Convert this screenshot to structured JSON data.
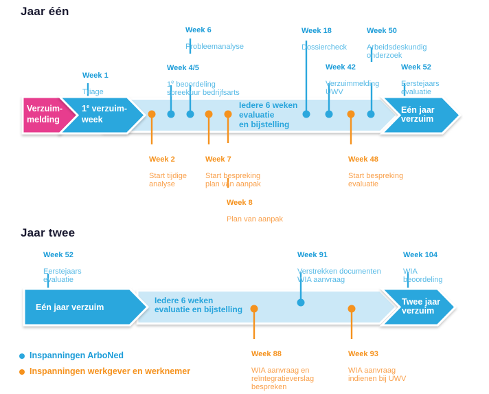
{
  "year1": {
    "heading": "Jaar één",
    "arrow_start": "Verzuim-\nmelding",
    "arrow_week1": {
      "pre": "1",
      "sup": "e",
      "post": " verzuim-\nweek"
    },
    "band_text": "Iedere 6 weken\nevaluatie\nen bijstelling",
    "arrow_end": "Eén jaar\nverzuim",
    "above": [
      {
        "week": "Week 1",
        "desc": "Triage"
      },
      {
        "week": "Week 4/5",
        "desc_pre": "1",
        "desc_sup": "e",
        "desc_post": " beoordeling\nspreekuur bedrijfsarts"
      },
      {
        "week": "Week 6",
        "desc": "Probleemanalyse"
      },
      {
        "week": "Week 18",
        "desc": "Dossiercheck"
      },
      {
        "week": "Week 42",
        "desc": "Verzuimmelding\nUWV"
      },
      {
        "week": "Week 50",
        "desc": "Arbeidsdeskundig\nonderzoek"
      },
      {
        "week": "Week 52",
        "desc": "Eerstejaars\nevaluatie"
      }
    ],
    "below": [
      {
        "week": "Week 2",
        "desc": "Start tijdige\nanalyse"
      },
      {
        "week": "Week 7",
        "desc": "Start bespreking\nplan van aanpak"
      },
      {
        "week": "Week 8",
        "desc": "Plan van aanpak"
      },
      {
        "week": "Week 48",
        "desc": "Start bespreking\nevaluatie"
      }
    ]
  },
  "year2": {
    "heading": "Jaar twee",
    "arrow_start": "Eén jaar verzuim",
    "band_text": "Iedere 6 weken\nevaluatie en bijstelling",
    "arrow_end": "Twee jaar\nverzuim",
    "above": [
      {
        "week": "Week 52",
        "desc": "Eerstejaars\nevaluatie"
      },
      {
        "week": "Week 91",
        "desc": "Verstrekken documenten\nWIA aanvraag"
      },
      {
        "week": "Week 104",
        "desc": "WIA\nbeoordeling"
      }
    ],
    "below": [
      {
        "week": "Week 88",
        "desc": "WIA aanvraag en\nreïntegratieverslag\nbespreken"
      },
      {
        "week": "Week 93",
        "desc": "WIA aanvraag\nindienen bij UWV"
      }
    ]
  },
  "legend": {
    "items": [
      {
        "label": "Inspanningen ArboNed",
        "color": "#1B9CD8"
      },
      {
        "label": "Inspanningen werkgever en werknemer",
        "color": "#F5921E"
      }
    ]
  },
  "colors": {
    "pink": "#E73E8E",
    "blue_arrow": "#2BA7DD",
    "band": "#CBE8F7",
    "band_text": "#29A5DC",
    "label_blue": "#1B9CD8",
    "label_blue_light": "#57BAE6",
    "orange": "#F5921E",
    "orange_light": "#F9A14D",
    "heading": "#18182F"
  }
}
